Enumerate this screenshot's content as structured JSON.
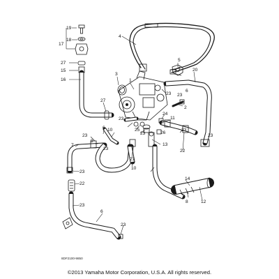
{
  "callouts": {
    "c1": "1",
    "c2": "2",
    "c3": "3",
    "c4": "4",
    "c5": "5",
    "c6a": "6",
    "c6b": "6",
    "c7": "7",
    "c8": "8",
    "c9": "9",
    "c10a": "10",
    "c10b": "10",
    "c11": "11",
    "c12": "12",
    "c13": "13",
    "c14": "14",
    "c15": "15",
    "c16": "16",
    "c17": "17",
    "c18": "18",
    "c19": "19",
    "c20": "20",
    "c21": "21",
    "c22a": "22",
    "c22b": "22",
    "c23a": "23",
    "c23b": "23",
    "c23c": "23",
    "c23d": "23",
    "c23e": "23",
    "c23f": "23",
    "c23g": "23",
    "c23h": "23",
    "c23i": "23",
    "c23j": "23",
    "c23k": "23",
    "c24": "24",
    "c25": "25",
    "c26": "26",
    "c27a": "27",
    "c27b": "27"
  },
  "diagram_code": "8DF2100-9850",
  "copyright": "©2013 Yamaha Motor Corporation, U.S.A. All rights reserved."
}
